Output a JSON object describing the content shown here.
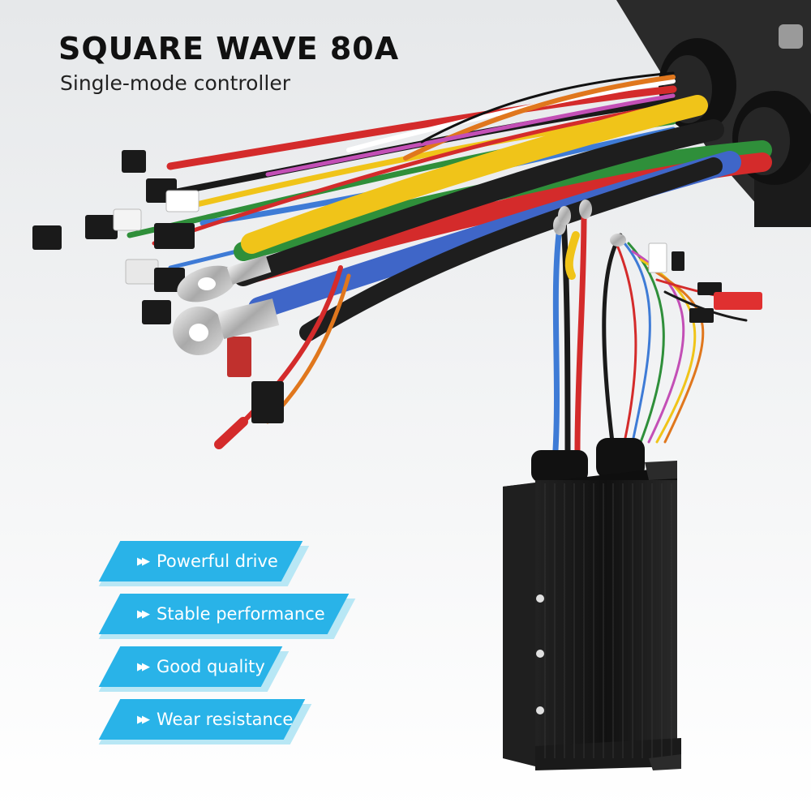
{
  "headline": "SQUARE WAVE 80A",
  "subheadline": "Single-mode controller",
  "features": [
    {
      "icon": "double-arrow-icon",
      "label": "Powerful drive"
    },
    {
      "icon": "double-arrow-icon",
      "label": "Stable performance"
    },
    {
      "icon": "double-arrow-icon",
      "label": "Good quality"
    },
    {
      "icon": "double-arrow-icon",
      "label": "Wear resistance"
    }
  ],
  "colors": {
    "banner": "#29b3e8",
    "banner_shadow": "#b8e7f5",
    "controller_body": "#161616",
    "headline_text": "#111111"
  }
}
